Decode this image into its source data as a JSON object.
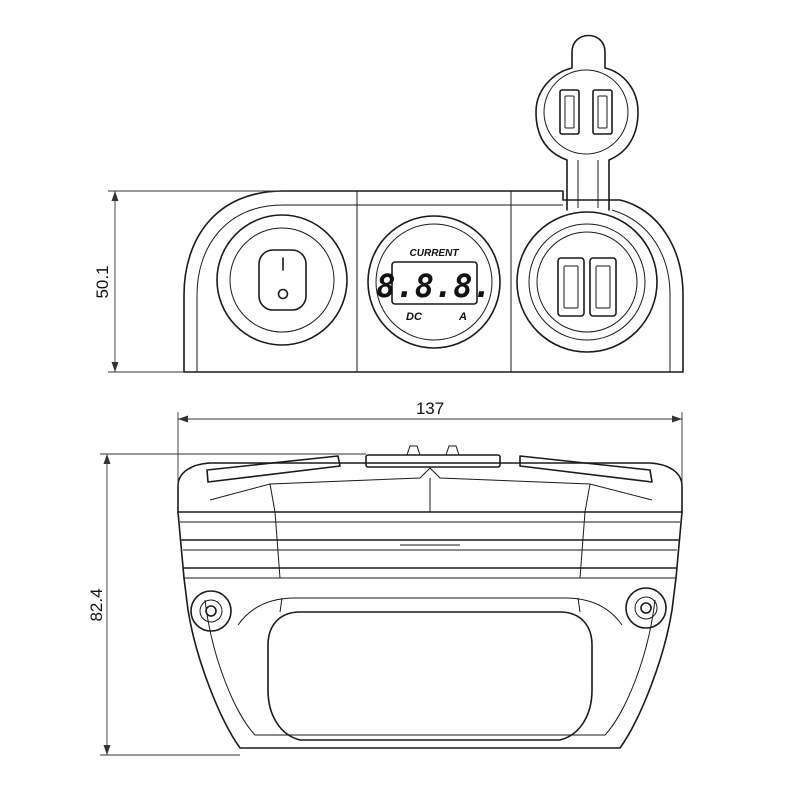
{
  "dimensions": {
    "height_top_view": "50.1",
    "width": "137",
    "height_bottom_view": "82.4"
  },
  "voltmeter": {
    "title": "CURRENT",
    "display": "8.8.8.",
    "left_label": "DC",
    "right_label": "A"
  },
  "switch": {
    "on_symbol": "I",
    "off_symbol": "O"
  },
  "colors": {
    "line": "#1a1a1a",
    "background": "#ffffff"
  }
}
